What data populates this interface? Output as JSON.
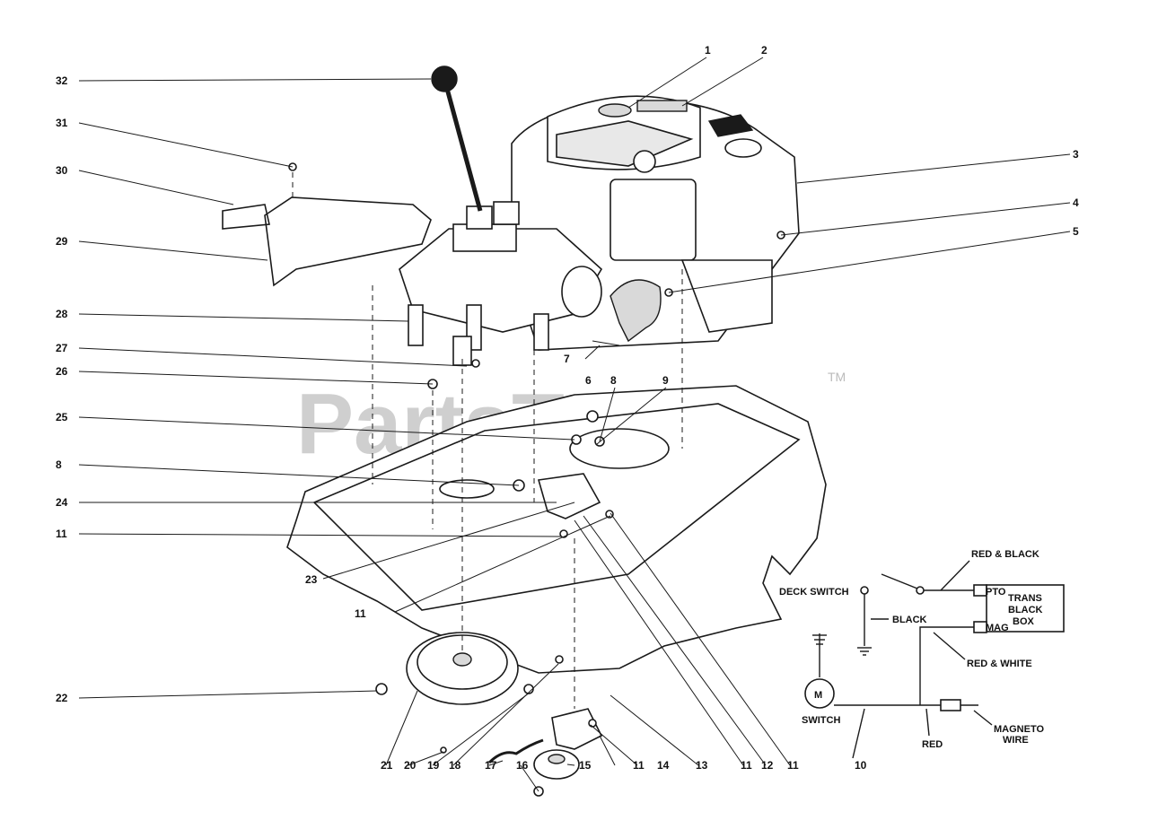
{
  "watermark": {
    "text": "PartsTree",
    "trademark": "TM"
  },
  "callouts": [
    {
      "label": "1"
    },
    {
      "label": "2"
    },
    {
      "label": "3"
    },
    {
      "label": "4"
    },
    {
      "label": "5"
    },
    {
      "label": "6"
    },
    {
      "label": "7"
    },
    {
      "label": "8"
    },
    {
      "label": "8"
    },
    {
      "label": "9"
    },
    {
      "label": "10"
    },
    {
      "label": "11"
    },
    {
      "label": "11"
    },
    {
      "label": "11"
    },
    {
      "label": "11"
    },
    {
      "label": "11"
    },
    {
      "label": "11"
    },
    {
      "label": "12"
    },
    {
      "label": "13"
    },
    {
      "label": "14"
    },
    {
      "label": "15"
    },
    {
      "label": "16"
    },
    {
      "label": "17"
    },
    {
      "label": "18"
    },
    {
      "label": "19"
    },
    {
      "label": "20"
    },
    {
      "label": "21"
    },
    {
      "label": "22"
    },
    {
      "label": "23"
    },
    {
      "label": "24"
    },
    {
      "label": "25"
    },
    {
      "label": "26"
    },
    {
      "label": "27"
    },
    {
      "label": "28"
    },
    {
      "label": "29"
    },
    {
      "label": "30"
    },
    {
      "label": "31"
    },
    {
      "label": "32"
    }
  ],
  "wiring": {
    "red_black": "RED & BLACK",
    "deck_switch": "DECK SWITCH",
    "black": "BLACK",
    "pto": "PTO",
    "mag": "MAG",
    "box_line1": "TRANS",
    "box_line2": "BLACK",
    "box_line3": "BOX",
    "red_white": "RED & WHITE",
    "m": "M",
    "switch": "SWITCH",
    "red": "RED",
    "magneto_line1": "MAGNETO",
    "magneto_line2": "WIRE"
  }
}
